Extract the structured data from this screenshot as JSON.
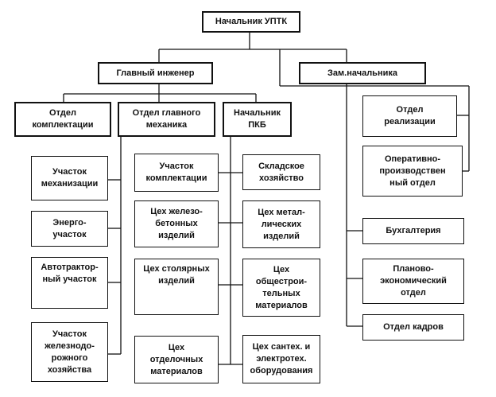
{
  "nodes": {
    "head": "Начальник УПТК",
    "chief_engineer": "Главный инженер",
    "deputy": "Зам.начальника",
    "dept_supply": "Отдел\nкомплектации",
    "dept_mech": "Отдел главного\nмеханика",
    "pkb": "Начальник\nПКБ",
    "sales": "Отдел\nреализации",
    "operations": "Оперативно-\nпроизводствен\nный отдел",
    "mechanization": "Участок\nмеханизации",
    "energy": "Энерго-\nучасток",
    "autotractor": "Автотрактор-\nный участок",
    "railway": "Участок\nжелезнодо-\nрожного\nхозяйства",
    "assembly": "Участок\nкомплектации",
    "warehouse": "Складское\nхозяйство",
    "rc_products": "Цех железо-\nбетонных\nизделий",
    "metal_products": "Цех метал-\nлических\nизделий",
    "carpentry": "Цех столярных\nизделий",
    "general_materials": "Цех\nобщестрои-\nтельных\nматериалов",
    "finishing": "Цех\nотделочных\nматериалов",
    "plumbing": "Цех сантех. и\nэлектротех.\nоборудования",
    "accounting": "Бухгалтерия",
    "planning": "Планово-\nэкономический\nотдел",
    "hr": "Отдел кадров"
  }
}
